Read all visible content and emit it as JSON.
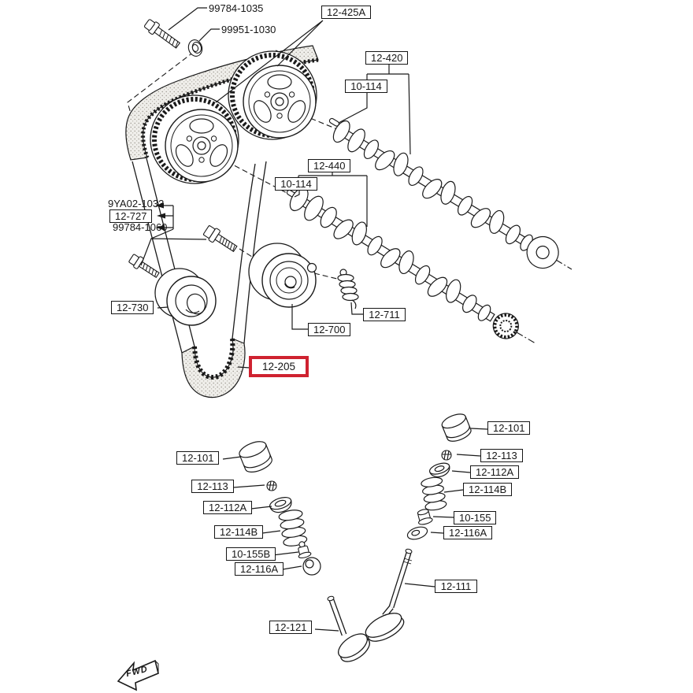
{
  "figure": {
    "direction_indicator": "FWD",
    "highlighted_part": "12-205",
    "highlight_color": "#cf2230"
  },
  "labels": {
    "p99784_1035": "99784-1035",
    "p99951_1030": "99951-1030",
    "p12_425a": "12-425A",
    "p12_420": "12-420",
    "p10_114": "10-114",
    "p12_440": "12-440",
    "p9ya02_1033": "9YA02-1033",
    "p12_727": "12-727",
    "p99784_1060": "99784-1060",
    "p12_730": "12-730",
    "p12_700": "12-700",
    "p12_711": "12-711",
    "p12_205": "12-205",
    "p12_101": "12-101",
    "p12_113": "12-113",
    "p12_112a": "12-112A",
    "p12_114b": "12-114B",
    "p10_155": "10-155",
    "p10_155b": "10-155B",
    "p12_116a": "12-116A",
    "p12_111": "12-111",
    "p12_121": "12-121"
  }
}
